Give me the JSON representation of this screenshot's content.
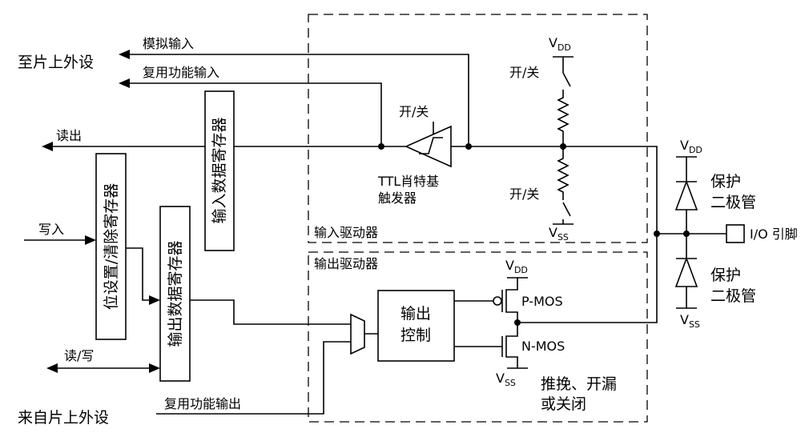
{
  "labels": {
    "to_peripheral": "至片上外设",
    "analog_input": "模拟输入",
    "af_input": "复用功能输入",
    "read_out": "读出",
    "input_data_reg": "输入数据寄存器",
    "bit_set_reset_reg": "位设置/清除寄存器",
    "output_data_reg": "输出数据寄存器",
    "write_in": "写入",
    "read_write": "读/写",
    "from_peripheral": "来自片上外设",
    "af_output": "复用功能输出",
    "on_off_trigger": "开/关",
    "schmitt_line1": "TTL肖特基",
    "schmitt_line2": "触发器",
    "on_off_pullup": "开/关",
    "on_off_pulldown": "开/关",
    "vdd_pullup": "V",
    "vdd_pullup_sub": "DD",
    "vss_pulldown": "V",
    "vss_pulldown_sub": "SS",
    "input_driver": "输入驱动器",
    "output_driver": "输出驱动器",
    "output_ctrl_line1": "输出",
    "output_ctrl_line2": "控制",
    "vdd_pmos": "V",
    "vdd_pmos_sub": "DD",
    "pmos": "P-MOS",
    "nmos": "N-MOS",
    "vss_nmos": "V",
    "vss_nmos_sub": "SS",
    "mode_line1": "推挽、开漏",
    "mode_line2": "或关闭",
    "vdd_diode": "V",
    "vdd_diode_sub": "DD",
    "vss_diode": "V",
    "vss_diode_sub": "SS",
    "protect_top_line1": "保护",
    "protect_top_line2": "二极管",
    "protect_bot_line1": "保护",
    "protect_bot_line2": "二极管",
    "io_pin": "I/O 引脚"
  }
}
